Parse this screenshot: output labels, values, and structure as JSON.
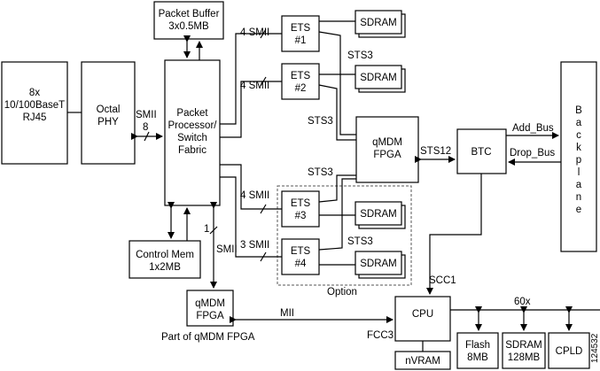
{
  "blocks": {
    "rj45": [
      "8x",
      "10/100BaseT",
      "RJ45"
    ],
    "phy": [
      "Octal",
      "PHY"
    ],
    "packet_buffer": [
      "Packet Buffer",
      "3x0.5MB"
    ],
    "packet_processor": [
      "Packet",
      "Processor/",
      "Switch",
      "Fabric"
    ],
    "control_mem": [
      "Control Mem",
      "1x2MB"
    ],
    "qmdm_small": [
      "qMDM",
      "FPGA"
    ],
    "ets1": [
      "ETS",
      "#1"
    ],
    "ets2": [
      "ETS",
      "#2"
    ],
    "ets3": [
      "ETS",
      "#3"
    ],
    "ets4": [
      "ETS",
      "#4"
    ],
    "sdram": "SDRAM",
    "qmdm_main": [
      "qMDM",
      "FPGA"
    ],
    "btc": "BTC",
    "backplane": [
      "B",
      "a",
      "c",
      "k",
      "p",
      "l",
      "a",
      "n",
      "e"
    ],
    "cpu": "CPU",
    "nvram": "nVRAM",
    "flash": [
      "Flash",
      "8MB"
    ],
    "sdram_cpu": [
      "SDRAM",
      "128MB"
    ],
    "cpld": "CPLD"
  },
  "labels": {
    "smii": "SMII",
    "smii_count": "8",
    "smii_4a": "4 SMII",
    "smii_4b": "4 SMII",
    "smii_4c": "4 SMII",
    "smii_3": "3 SMII",
    "sts3_a": "STS3",
    "sts3_b": "STS3",
    "sts3_c": "STS3",
    "sts3_d": "STS3",
    "sts12": "STS12",
    "add_bus": "Add_Bus",
    "drop_bus": "Drop_Bus",
    "one": "1",
    "smii_lower": "SMII",
    "mii": "MII",
    "scc1": "SCC1",
    "fcc3": "FCC3",
    "bus_60x": "60x",
    "option": "Option",
    "part_of": "Part of qMDM FPGA",
    "figure_id": "124532"
  }
}
